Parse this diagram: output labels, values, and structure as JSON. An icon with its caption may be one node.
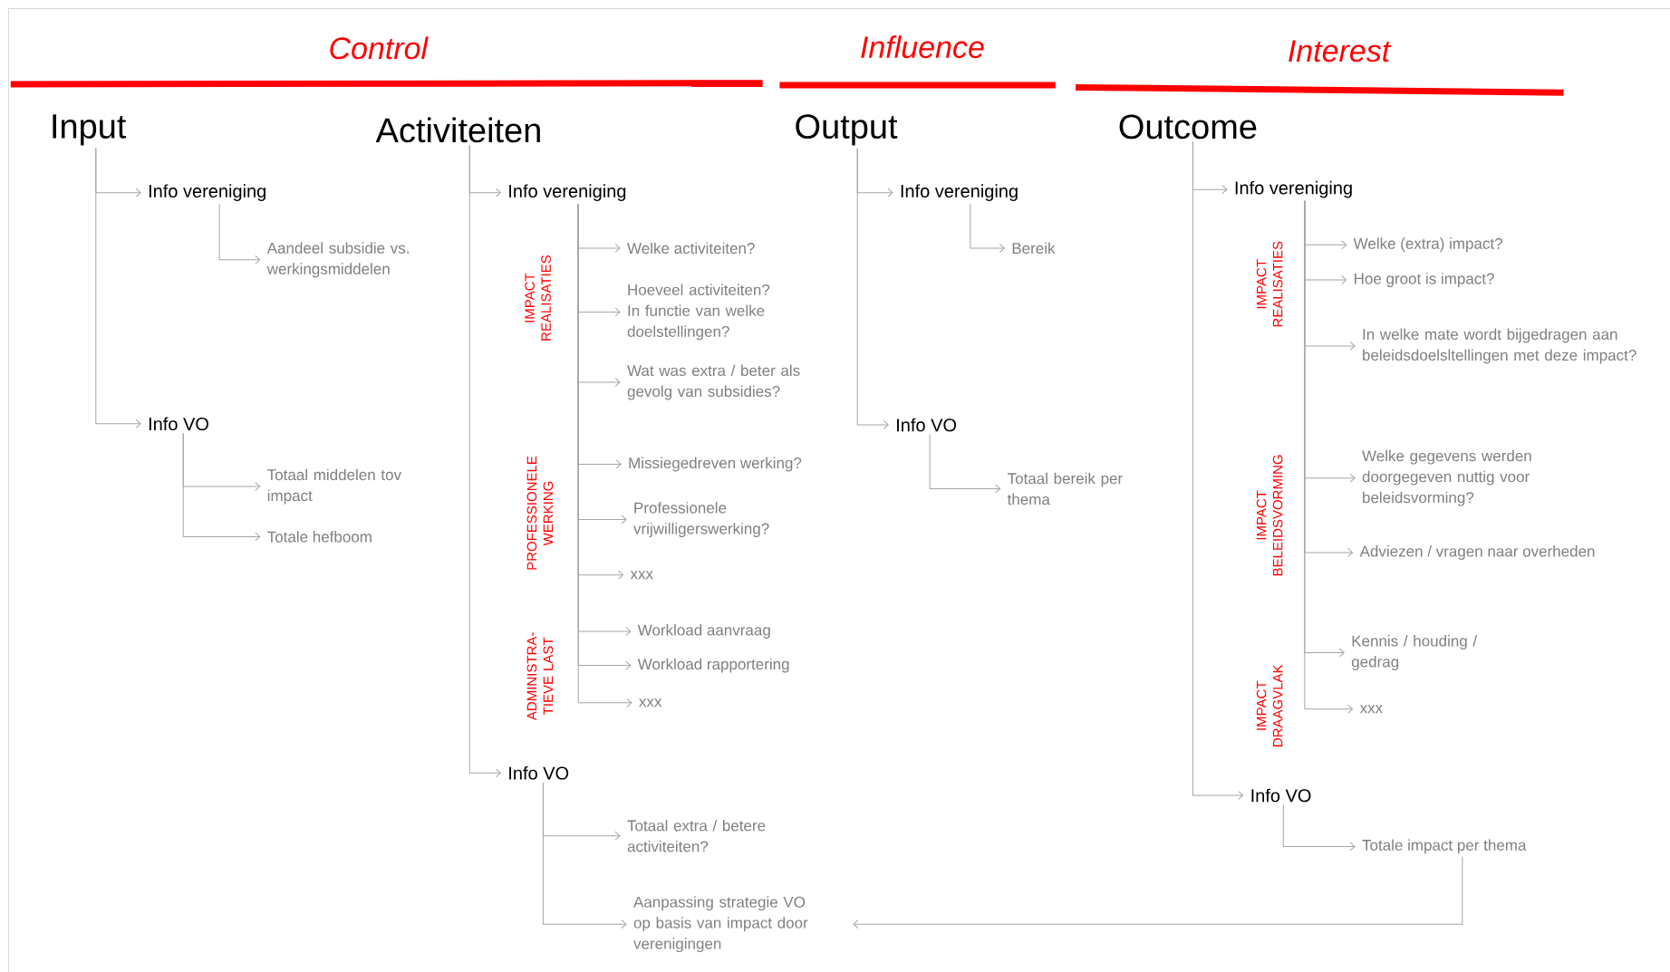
{
  "diagram": {
    "nodes": [
      {
        "text": [
          "Input"
        ]
      },
      {
        "text": [
          "Info vereniging"
        ]
      },
      {
        "text": [
          "Aandeel subsidie vs. werkingsmiddelen"
        ]
      },
      {
        "text": [
          "Info VO"
        ]
      },
      {
        "text": [
          "Totaal middelen tov impact"
        ]
      },
      {
        "text": [
          "Totale hefboom"
        ]
      },
      {
        "text": [
          "Activiteiten"
        ]
      },
      {
        "text": [
          "Info vereniging"
        ]
      },
      {
        "text": [
          "Welke activiteiten?"
        ]
      },
      {
        "text": [
          "Hoeveel activiteiten? In functie van welke doelstellingen?"
        ]
      },
      {
        "text": [
          "Wat was extra / beter als gevolg van subsidies?"
        ]
      },
      {
        "text": [
          "Missiegedreven werking?"
        ]
      },
      {
        "text": [
          "Professionele vrijwilligerswerking?"
        ]
      },
      {
        "text": [
          "xxx"
        ]
      },
      {
        "text": [
          "Workload aanvraag"
        ]
      },
      {
        "text": [
          "Workload rapportering"
        ]
      },
      {
        "text": [
          "xxx"
        ]
      },
      {
        "text": [
          "Info VO"
        ]
      },
      {
        "text": [
          "Totaal extra / betere activiteiten?"
        ]
      },
      {
        "text": [
          "Aanpassing strategie VO op basis van impact door verenigingen"
        ]
      },
      {
        "text": [
          "Output"
        ]
      },
      {
        "text": [
          "Info vereniging"
        ]
      },
      {
        "text": [
          "Bereik"
        ]
      },
      {
        "text": [
          "Info VO"
        ]
      },
      {
        "text": [
          "Totaal bereik per thema"
        ]
      },
      {
        "text": [
          "Outcome"
        ]
      },
      {
        "text": [
          "Info vereniging"
        ]
      },
      {
        "text": [
          "Welke (extra) impact?"
        ]
      },
      {
        "text": [
          "Hoe groot is impact?"
        ]
      },
      {
        "text": [
          "In welke mate wordt bijgedragen aan beleidsdoelsltellingen met deze impact?"
        ]
      },
      {
        "text": [
          "Welke gegevens werden doorgegeven nuttig voor beleidsvorming?"
        ]
      },
      {
        "text": [
          "Adviezen / vragen naar overheden"
        ]
      },
      {
        "text": [
          "Kennis / houding / gedrag"
        ]
      },
      {
        "text": [
          "xxx"
        ]
      },
      {
        "text": [
          "Info VO"
        ]
      },
      {
        "text": [
          "Totale impact per thema"
        ]
      }
    ],
    "edges": [
      {
        "from": 0,
        "to": 1,
        "arrow": "to"
      },
      {
        "from": 0,
        "to": 3,
        "arrow": "to"
      },
      {
        "from": 1,
        "to": 2,
        "arrow": "to"
      },
      {
        "from": 3,
        "to": 4,
        "arrow": "to"
      },
      {
        "from": 3,
        "to": 5,
        "arrow": "to"
      },
      {
        "from": 6,
        "to": 7,
        "arrow": "to"
      },
      {
        "from": 6,
        "to": 17,
        "arrow": "to"
      },
      {
        "from": 7,
        "to": 8,
        "arrow": "to"
      },
      {
        "from": 7,
        "to": 9,
        "arrow": "to"
      },
      {
        "from": 7,
        "to": 10,
        "arrow": "to"
      },
      {
        "from": 7,
        "to": 11,
        "arrow": "to"
      },
      {
        "from": 7,
        "to": 12,
        "arrow": "to"
      },
      {
        "from": 7,
        "to": 13,
        "arrow": "to"
      },
      {
        "from": 7,
        "to": 14,
        "arrow": "to"
      },
      {
        "from": 7,
        "to": 15,
        "arrow": "to"
      },
      {
        "from": 7,
        "to": 16,
        "arrow": "to"
      },
      {
        "from": 17,
        "to": 18,
        "arrow": "to"
      },
      {
        "from": 17,
        "to": 19,
        "arrow": "to"
      },
      {
        "from": 20,
        "to": 21,
        "arrow": "to"
      },
      {
        "from": 20,
        "to": 23,
        "arrow": "to"
      },
      {
        "from": 21,
        "to": 22,
        "arrow": "to"
      },
      {
        "from": 23,
        "to": 24,
        "arrow": "to"
      },
      {
        "from": 25,
        "to": 26,
        "arrow": "to"
      },
      {
        "from": 25,
        "to": 34,
        "arrow": "to"
      },
      {
        "from": 26,
        "to": 27,
        "arrow": "to"
      },
      {
        "from": 26,
        "to": 28,
        "arrow": "to"
      },
      {
        "from": 26,
        "to": 29,
        "arrow": "to"
      },
      {
        "from": 26,
        "to": 30,
        "arrow": "to"
      },
      {
        "from": 26,
        "to": 31,
        "arrow": "to"
      },
      {
        "from": 26,
        "to": 32,
        "arrow": "to"
      },
      {
        "from": 26,
        "to": 33,
        "arrow": "to"
      },
      {
        "from": 34,
        "to": 35,
        "arrow": "to"
      },
      {
        "from": 35,
        "to": 19,
        "arrow": "to"
      }
    ],
    "labels": [
      "Control",
      "Influence",
      "Interest",
      "IMPACT REALISATIES",
      "PROFESSIONELE WERKING",
      "ADMINISTRA-TIEVE LAST",
      "IMPACT REALISATIES",
      "IMPACT BELEIDSVORMING",
      "IMPACT DRAAGVLAK"
    ]
  }
}
